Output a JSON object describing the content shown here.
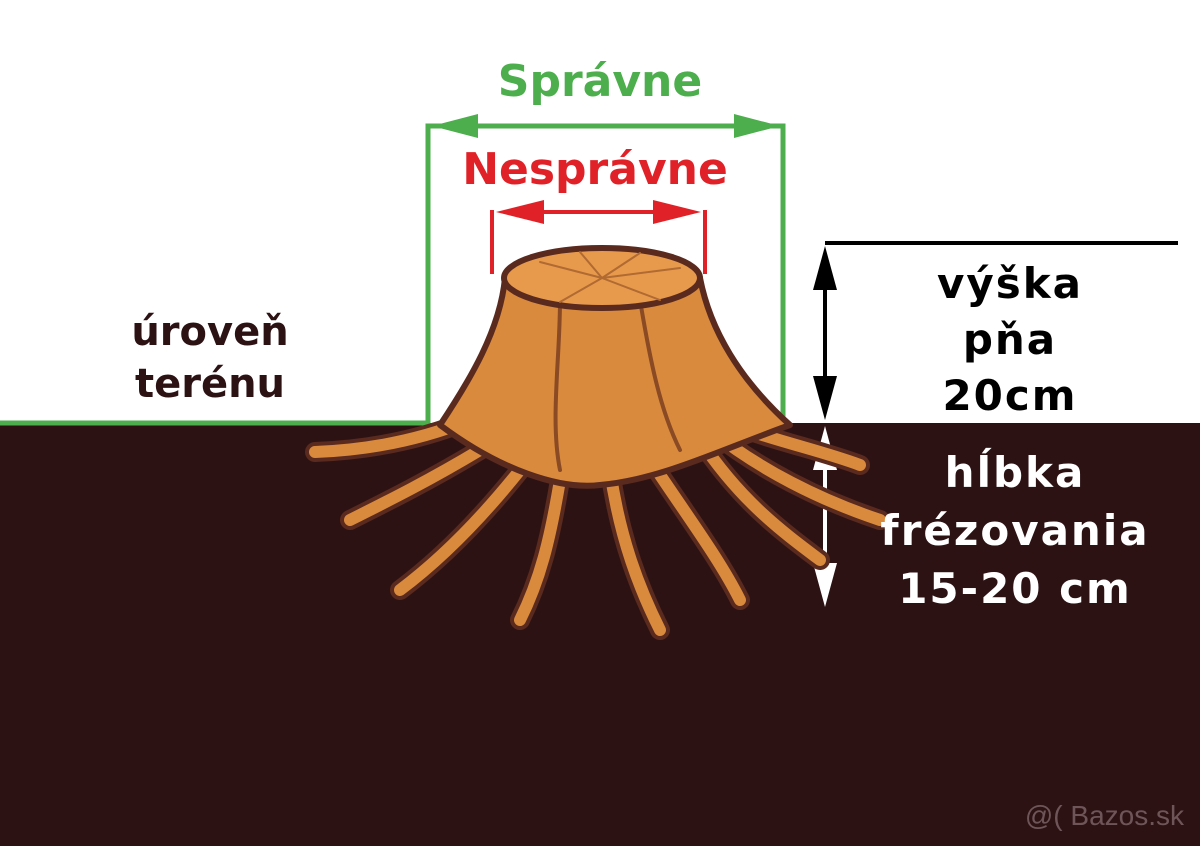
{
  "labels": {
    "correct": "Správne",
    "incorrect": "Nesprávne",
    "ground_level_line1": "úroveň",
    "ground_level_line2": "terénu",
    "stump_height_line1": "výška",
    "stump_height_line2": "pňa",
    "stump_height_line3": "20cm",
    "milling_depth_line1": "hĺbka",
    "milling_depth_line2": "frézovania",
    "milling_depth_line3": "15-20 cm"
  },
  "watermark": "@( Bazos.sk",
  "colors": {
    "correct": "#4cae4c",
    "incorrect": "#e02228",
    "soil": "#2d1214",
    "stump": "#d98a3d",
    "stump_outline": "#5a2a1e"
  }
}
